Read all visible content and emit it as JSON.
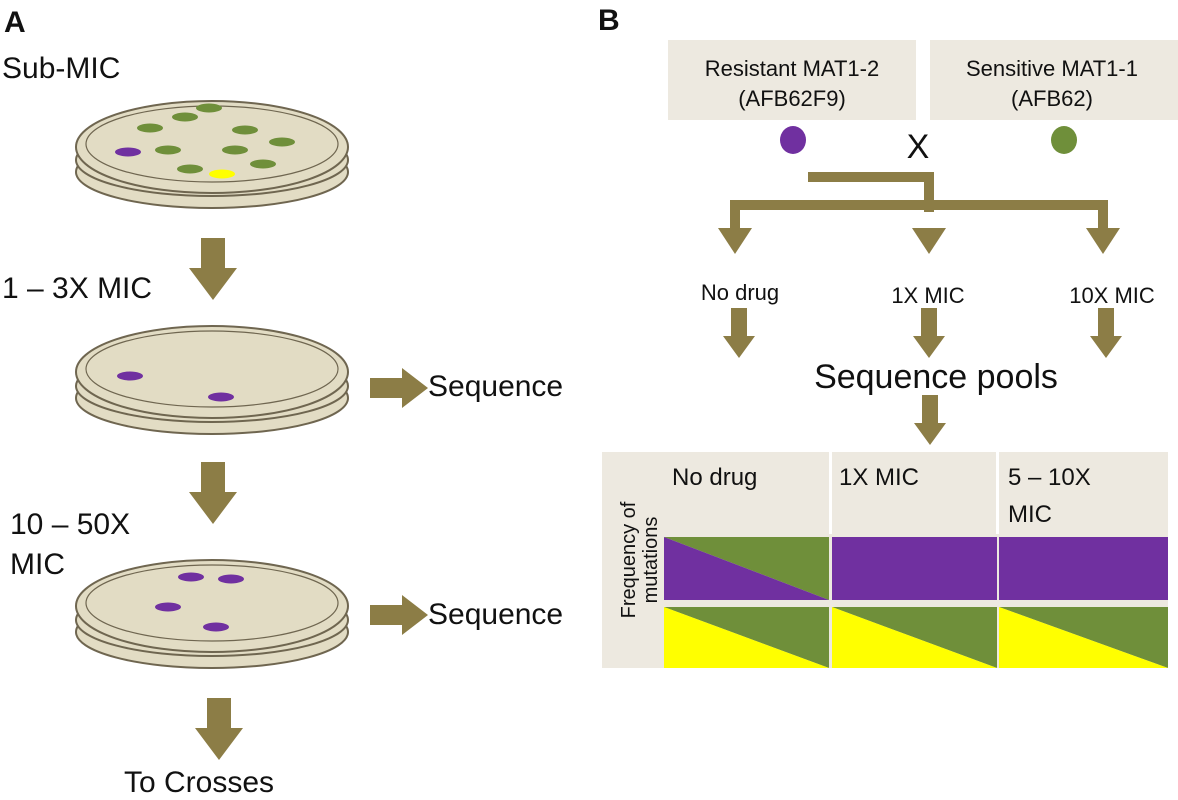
{
  "colors": {
    "arrow": "#8c7d46",
    "plate_fill": "#e2dcc4",
    "plate_stroke": "#6f6650",
    "purple": "#7030a0",
    "green": "#6f8f3a",
    "yellow": "#ffff00",
    "box": "#ede9e0"
  },
  "panel_a": {
    "label": "A",
    "sub_mic": "Sub-MIC",
    "stage2": "1 – 3X MIC",
    "stage3_line1": "10 – 50X",
    "stage3_line2": "MIC",
    "sequence_1": "Sequence",
    "sequence_2": "Sequence",
    "to_crosses": "To Crosses"
  },
  "panel_b": {
    "label": "B",
    "resistant": {
      "line1": "Resistant MAT1-2",
      "line2": "(AFB62F9)"
    },
    "sensitive": {
      "line1": "Sensitive MAT1-1",
      "line2": "(AFB62)"
    },
    "cross_symbol": "X",
    "conditions": [
      "No drug",
      "1X MIC",
      "10X MIC"
    ],
    "sequence_pools": "Sequence pools",
    "table": {
      "row_label_line1": "Frequency of",
      "row_label_line2": "mutations",
      "headers": [
        {
          "line1": "No drug",
          "line2": ""
        },
        {
          "line1": "1X MIC",
          "line2": ""
        },
        {
          "line1": "5 – 10X",
          "line2": "MIC"
        }
      ]
    }
  }
}
